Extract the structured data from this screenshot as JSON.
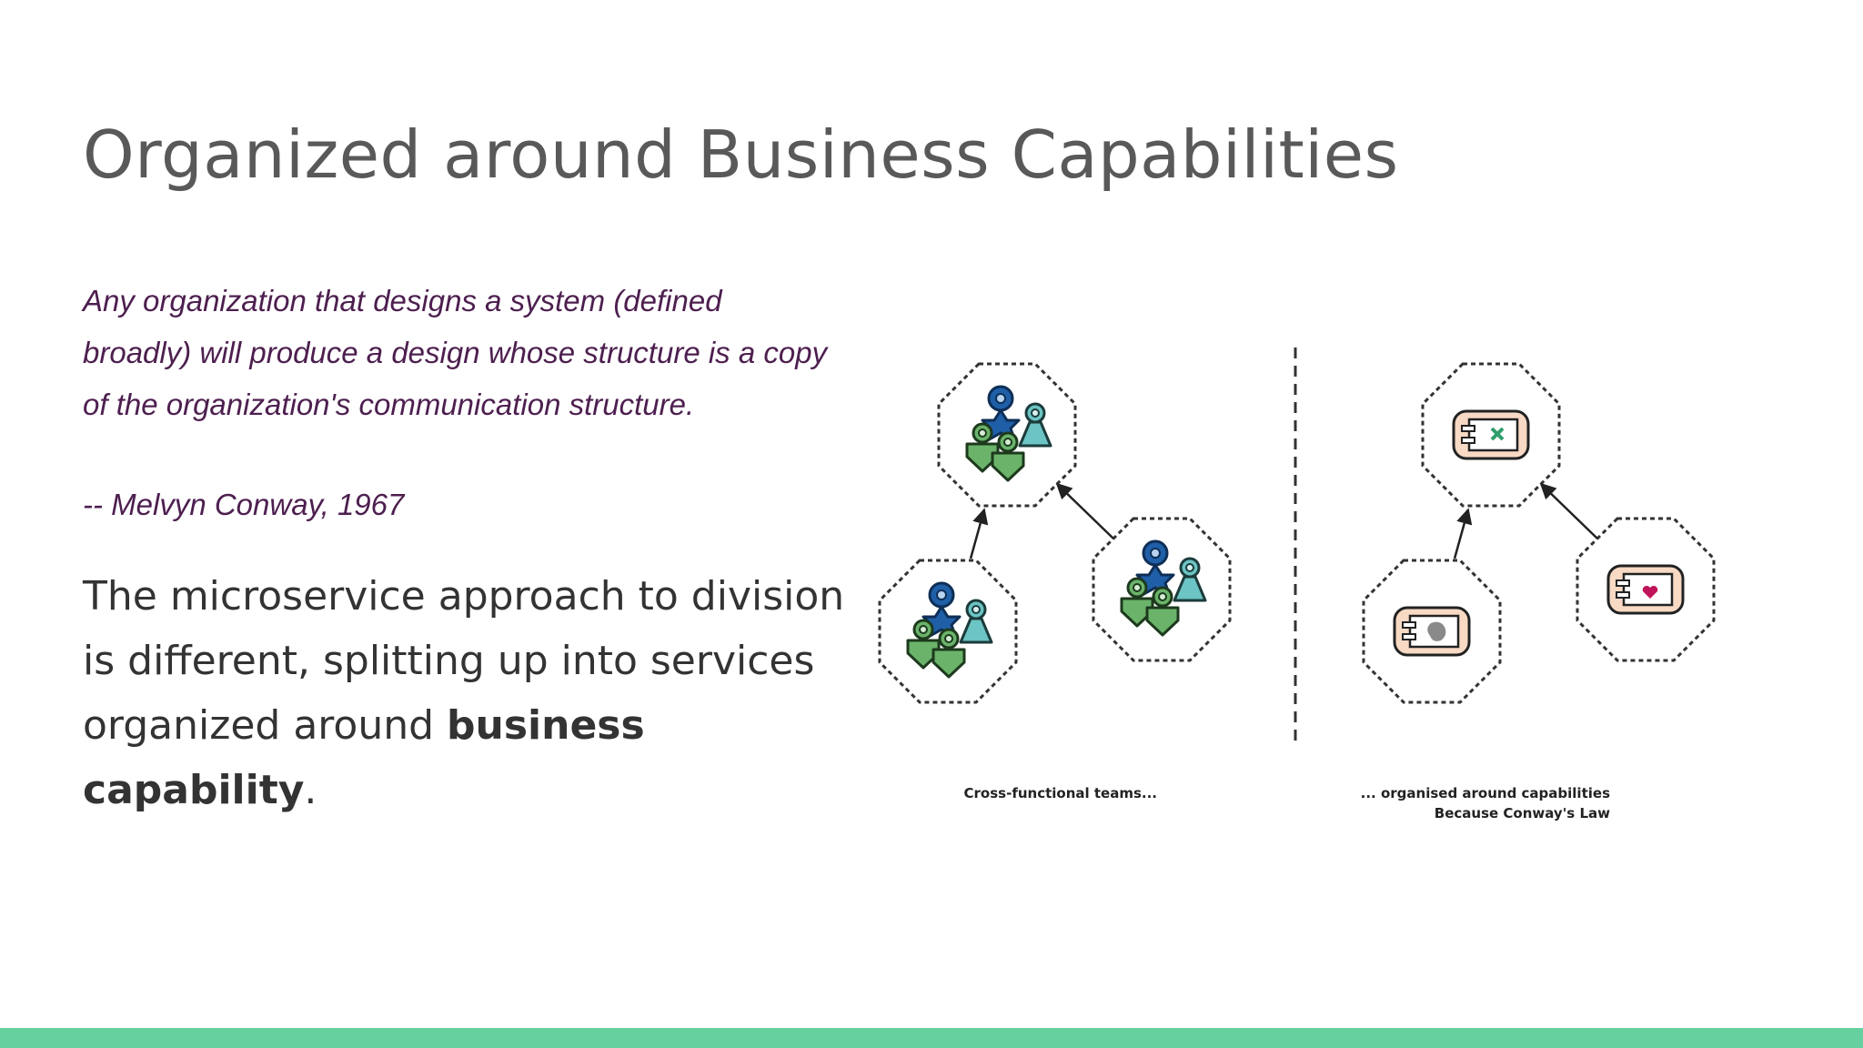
{
  "slide": {
    "title": "Organized around Business Capabilities",
    "quote": "Any organization that designs a system (defined broadly) will produce a design whose structure is a copy of the organization's communication structure.",
    "attribution": "-- Melvyn Conway, 1967",
    "body_prefix": "The microservice approach to division is different, splitting up into services organized around ",
    "body_bold": "business capability",
    "body_suffix": "."
  },
  "diagram": {
    "left_caption": "Cross-functional teams...",
    "right_caption_line1": "... organised around capabilities",
    "right_caption_line2": "Because Conway's Law"
  },
  "colors": {
    "title": "#595959",
    "quote": "#4d1f4f",
    "body": "#333333",
    "accent_bar": "#66d19e",
    "person_dark_blue": "#1f5fa8",
    "person_green": "#6bb36b",
    "person_teal": "#6cc4c4",
    "service_box": "#f7d9c4"
  }
}
